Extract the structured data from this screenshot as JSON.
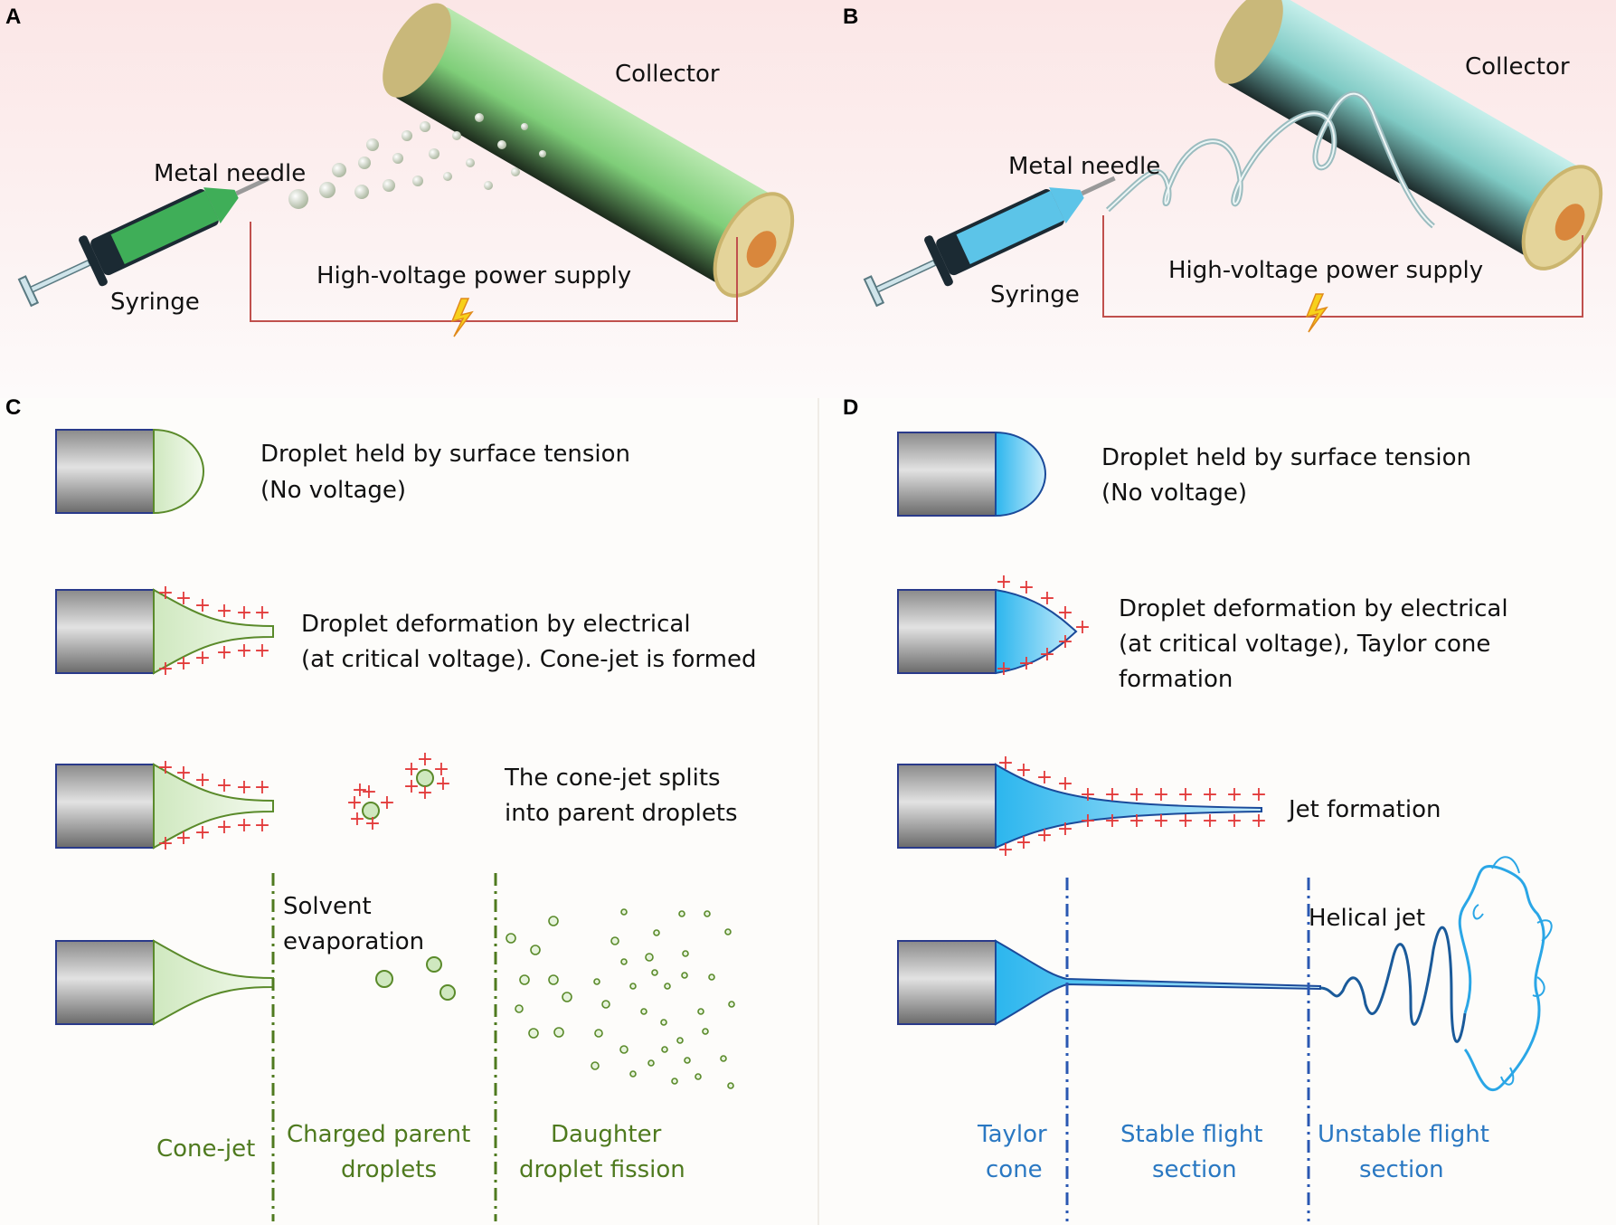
{
  "panels": {
    "a": "A",
    "b": "B",
    "c": "C",
    "d": "D"
  },
  "panel_a": {
    "collector": "Collector",
    "needle": "Metal needle",
    "syringe": "Syringe",
    "power": "High-voltage power supply"
  },
  "panel_b": {
    "collector": "Collector",
    "needle": "Metal needle",
    "syringe": "Syringe",
    "power": "High-voltage power supply"
  },
  "panel_c": {
    "row1_line1": "Droplet held by surface tension",
    "row1_line2": "(No voltage)",
    "row2_line1": "Droplet deformation by electrical",
    "row2_line2": "(at critical voltage). Cone-jet is formed",
    "row3_line1": "The cone-jet splits",
    "row3_line2": "into parent droplets",
    "evap_line1": "Solvent",
    "evap_line2": "evaporation",
    "section1": "Cone-jet",
    "section2_line1": "Charged parent",
    "section2_line2": "droplets",
    "section3_line1": "Daughter",
    "section3_line2": "droplet fission"
  },
  "panel_d": {
    "row1_line1": "Droplet held by surface tension",
    "row1_line2": "(No voltage)",
    "row2_line1": "Droplet deformation by electrical",
    "row2_line2": "(at critical voltage), Taylor cone",
    "row2_line3": "formation",
    "row3": "Jet formation",
    "helical": "Helical jet",
    "section1_line1": "Taylor",
    "section1_line2": "cone",
    "section2_line1": "Stable flight",
    "section2_line2": "section",
    "section3_line1": "Unstable flight",
    "section3_line2": "section"
  },
  "plus_sign": "+",
  "colors": {
    "top_bg": "#fbe8e8",
    "green_fluid": "#8fd48a",
    "teal_fluid": "#8fd6d0",
    "green_text": "#4f7a1f",
    "blue_text": "#2a78c2",
    "charge": "#e23b3b",
    "wire": "#c0504d"
  }
}
